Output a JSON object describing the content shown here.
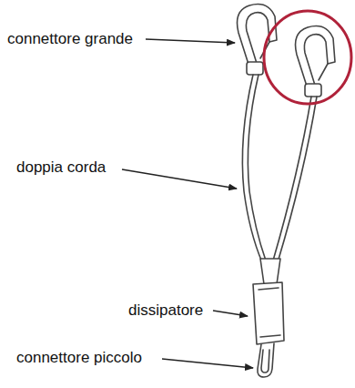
{
  "diagram": {
    "labels": [
      "connettore grande",
      "doppia corda",
      "dissipatore",
      "connettore piccolo"
    ]
  }
}
